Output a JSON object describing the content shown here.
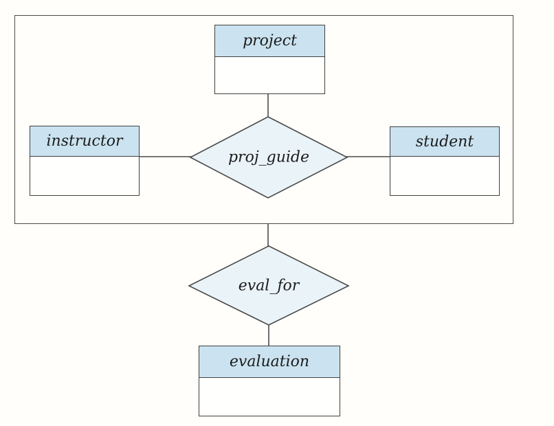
{
  "diagram": {
    "type": "er-diagram-aggregation",
    "entities": [
      {
        "id": "project",
        "label": "project"
      },
      {
        "id": "instructor",
        "label": "instructor"
      },
      {
        "id": "student",
        "label": "student"
      },
      {
        "id": "evaluation",
        "label": "evaluation"
      }
    ],
    "relationships": [
      {
        "id": "proj_guide",
        "label": "proj_guide"
      },
      {
        "id": "eval_for",
        "label": "eval_for"
      }
    ],
    "aggregation": {
      "members": [
        "project",
        "instructor",
        "student",
        "proj_guide"
      ]
    },
    "connections": [
      {
        "from": "project",
        "to": "proj_guide"
      },
      {
        "from": "instructor",
        "to": "proj_guide"
      },
      {
        "from": "proj_guide",
        "to": "student"
      },
      {
        "from": "aggregation-boundary",
        "to": "eval_for"
      },
      {
        "from": "eval_for",
        "to": "evaluation"
      }
    ],
    "colors": {
      "entity_header_fill": "#cbe3f0",
      "entity_body_fill": "#fffffd",
      "relationship_fill": "#eaf3f8",
      "stroke": "#4a4a4a",
      "text": "#1c1c1c",
      "background": "#fffefa"
    }
  }
}
